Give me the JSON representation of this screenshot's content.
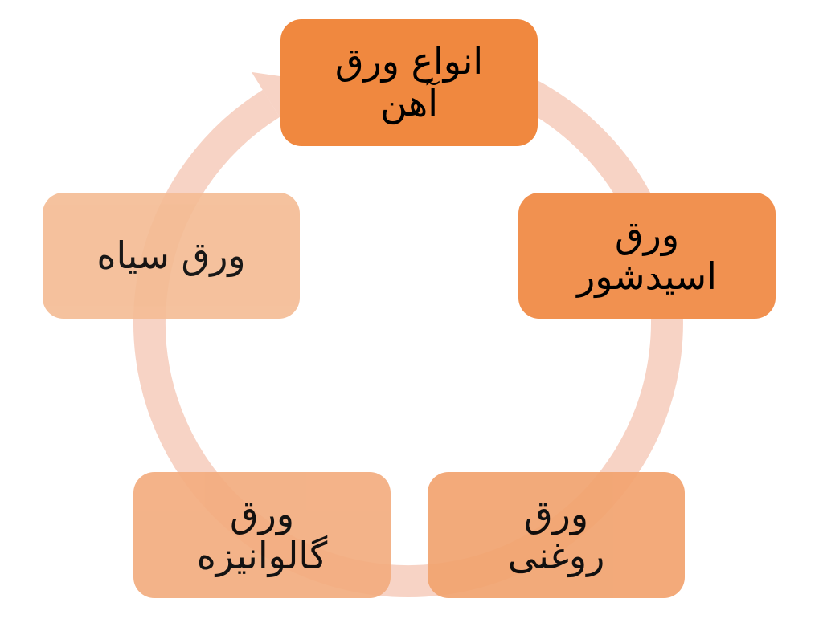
{
  "diagram": {
    "type": "cycle",
    "colors": {
      "ring": "#f6cbbb",
      "node_1": "#f0883f",
      "node_2": "#f19150",
      "node_3": "#f2a470",
      "node_4": "#f3ad7f",
      "node_5": "#f4bb93"
    },
    "nodes": [
      {
        "id": "top",
        "lines": [
          "انواع ورق",
          "آهن"
        ]
      },
      {
        "id": "right",
        "lines": [
          "ورق",
          "اسیدشور"
        ]
      },
      {
        "id": "bottom_right",
        "lines": [
          "ورق",
          "روغنی"
        ]
      },
      {
        "id": "bottom_left",
        "lines": [
          "ورق",
          "گالوانیزه"
        ]
      },
      {
        "id": "left",
        "lines": [
          "ورق سیاه"
        ]
      }
    ]
  }
}
